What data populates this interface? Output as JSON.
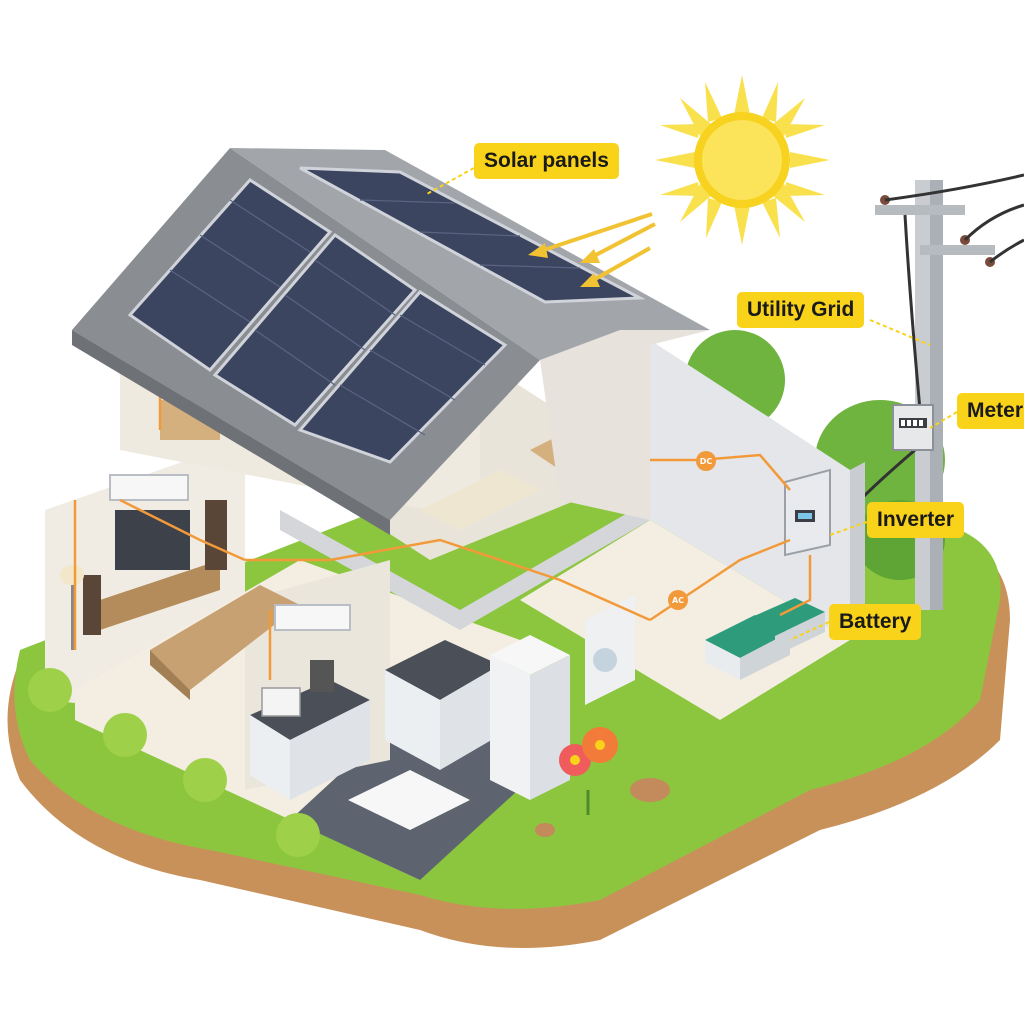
{
  "labels": {
    "solar_panels": "Solar panels",
    "utility_grid": "Utility Grid",
    "meter": "Meter",
    "inverter": "Inverter",
    "battery": "Battery"
  },
  "current_tags": {
    "dc": "DC",
    "ac": "AC"
  },
  "colors": {
    "callout": "#f9d21a",
    "wire": "#f29a3a",
    "grass": "#8cc63f",
    "soil": "#c9915a",
    "sun": "#f7d21f",
    "panel": "#3c4560",
    "roof": "#8a8d92"
  }
}
